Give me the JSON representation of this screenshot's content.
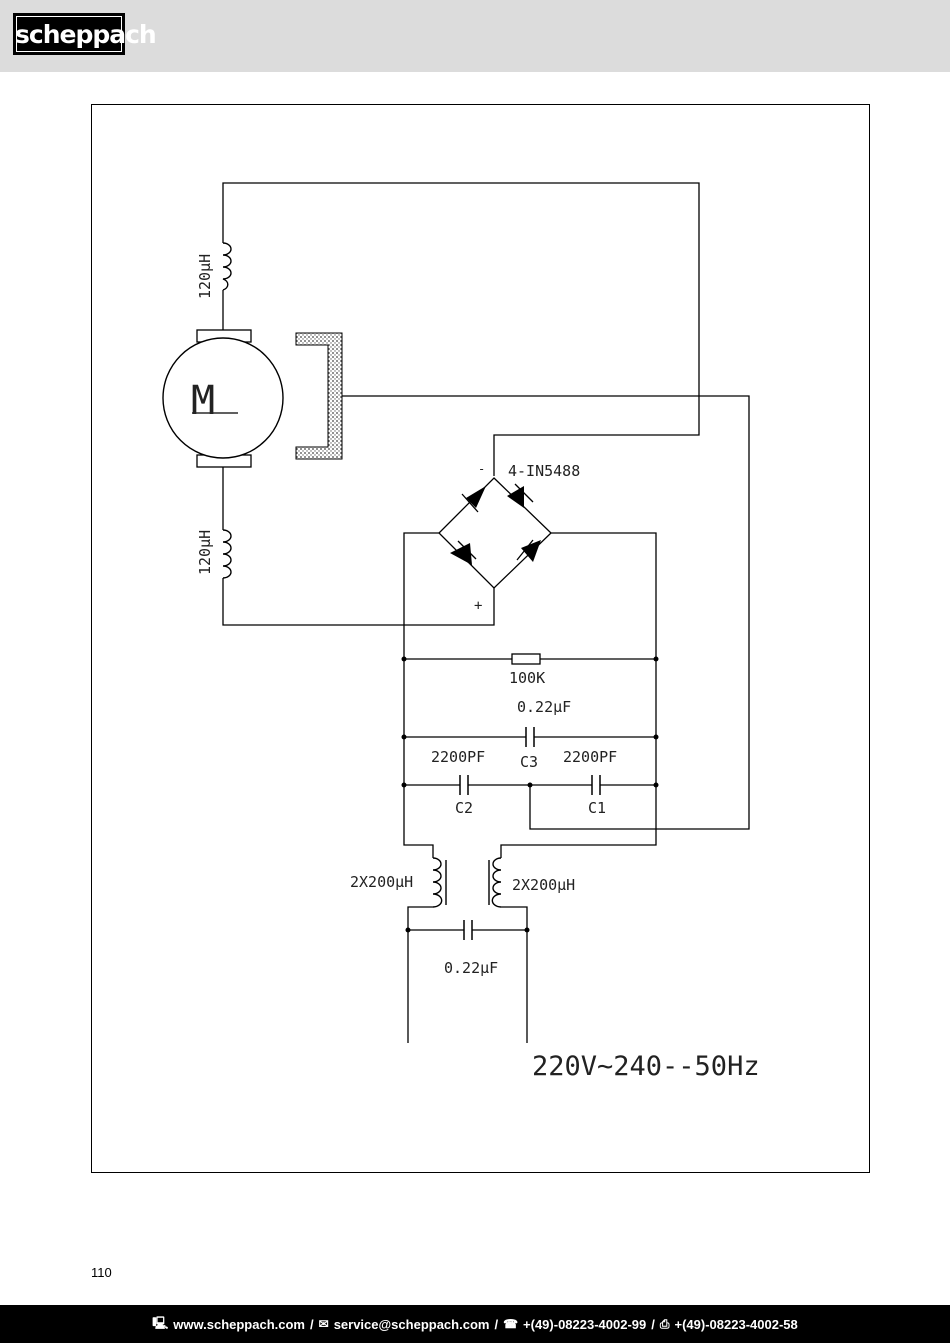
{
  "header": {
    "logo_text": "scheppach"
  },
  "diagram": {
    "labels": {
      "coil_top": "120μH",
      "coil_bottom": "120μH",
      "motor": "M",
      "bridge": "4-IN5488",
      "bridge_minus": "-",
      "bridge_plus": "+",
      "resistor": "100K",
      "cap_c3_value": "0.22μF",
      "cap_c3_name": "C3",
      "cap_c2_value": "2200PF",
      "cap_c2_name": "C2",
      "cap_c1_value": "2200PF",
      "cap_c1_name": "C1",
      "choke_left": "2X200μH",
      "choke_right": "2X200μH",
      "cap_input": "0.22μF",
      "supply": "220V~240--50Hz"
    }
  },
  "page_number": "110",
  "footer": {
    "web": "www.scheppach.com",
    "email": "service@scheppach.com",
    "phone": "+(49)-08223-4002-99",
    "fax": "+(49)-08223-4002-58"
  }
}
